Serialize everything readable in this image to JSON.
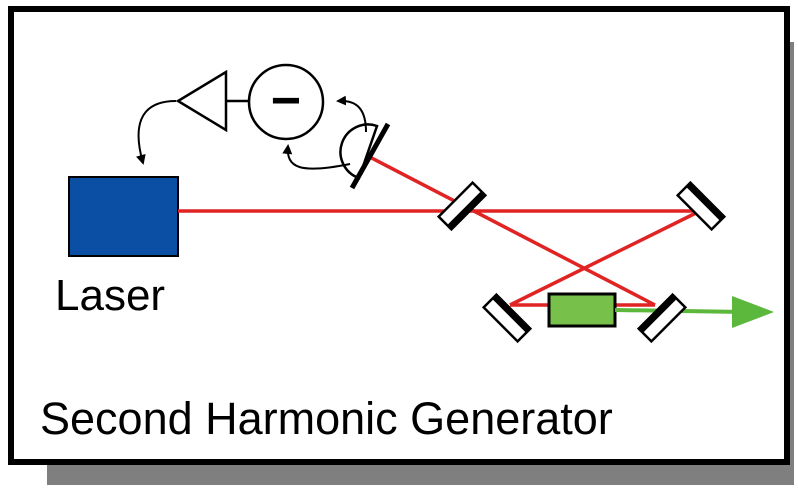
{
  "laser": {
    "label": "Laser",
    "color": "#0a4fa3"
  },
  "caption": "Second Harmonic Generator",
  "subtractor_symbol": "−",
  "colors": {
    "fundamental_beam": "#e02424",
    "second_harmonic_beam": "#5cb83c",
    "crystal": "#77c04a",
    "frame": "#000000",
    "shadow": "#7f7f7f"
  },
  "components": [
    "laser",
    "photodetector",
    "subtractor",
    "amplifier",
    "mirror",
    "nonlinear-crystal",
    "output-beam"
  ]
}
